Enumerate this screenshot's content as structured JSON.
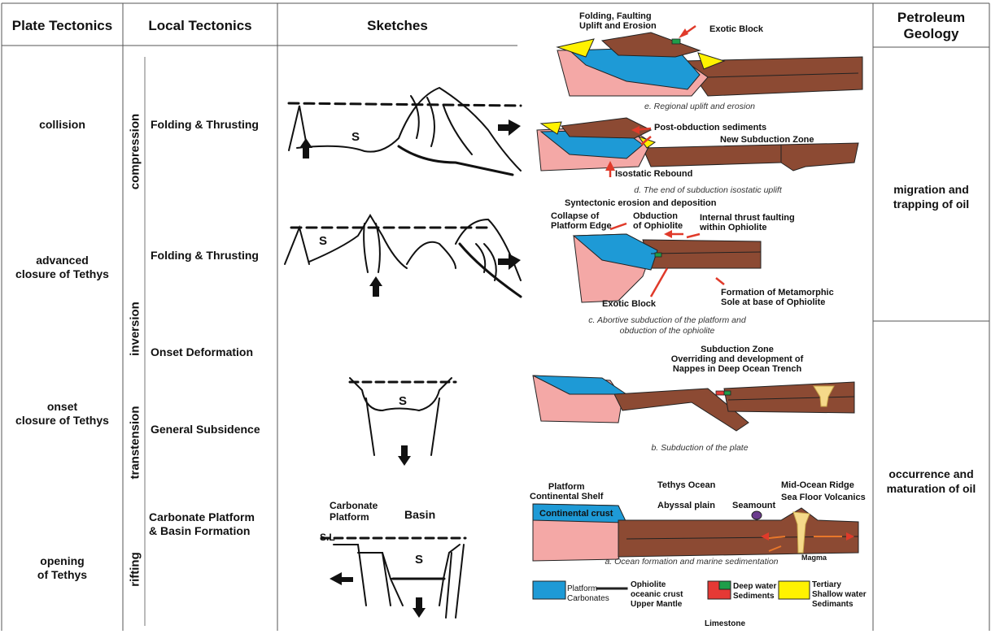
{
  "headers": {
    "plate": "Plate Tectonics",
    "local": "Local Tectonics",
    "sketches": "Sketches",
    "petroleum_line1": "Petroleum",
    "petroleum_line2": "Geology"
  },
  "plate_stages": [
    {
      "line1": "collision",
      "line2": ""
    },
    {
      "line1": "advanced",
      "line2": "closure of Tethys"
    },
    {
      "line1": "onset",
      "line2": "closure of Tethys"
    },
    {
      "line1": "opening",
      "line2": "of Tethys"
    }
  ],
  "regimes": [
    "compression",
    "inversion",
    "transtension",
    "rifting"
  ],
  "local_tectonics": [
    {
      "line1": "Folding & Thrusting",
      "line2": ""
    },
    {
      "line1": "Folding & Thrusting",
      "line2": ""
    },
    {
      "line1": "Onset Deformation",
      "line2": ""
    },
    {
      "line1": "General Subsidence",
      "line2": ""
    },
    {
      "line1": "Carbonate Platform",
      "line2": "& Basin Formation"
    }
  ],
  "sketch_labels": {
    "s": "S",
    "carbonate_platform_1": "Carbonate",
    "carbonate_platform_2": "Platform",
    "basin": "Basin",
    "sl": "S.L"
  },
  "panel_labels": {
    "e_fold1": "Folding, Faulting",
    "e_fold2": "Uplift and Erosion",
    "e_exotic": "Exotic Block",
    "e_caption": "e. Regional  uplift and erosion",
    "d_post": "Post-obduction sediments",
    "d_new": "New Subduction Zone",
    "d_iso": "Isostatic Rebound",
    "d_caption": "d. The end of subduction isostatic uplift",
    "c_syn": "Syntectonic erosion and deposition",
    "c_collapse1": "Collapse of",
    "c_collapse2": "Platform Edge",
    "c_obd1": "Obduction",
    "c_obd2": "of Ophiolite",
    "c_int1": "Internal thrust faulting",
    "c_int2": "within Ophiolite",
    "c_form1": "Formation of Metamorphic",
    "c_form2": "Sole at base of Ophiolite",
    "c_exotic": "Exotic Block",
    "c_caption1": "c. Abortive subduction of the platform and",
    "c_caption2": "obduction of the ophiolite",
    "b_sub": "Subduction Zone",
    "b_over1": "Overriding and development of",
    "b_over2": "Nappes in Deep Ocean Trench",
    "b_caption": "b. Subduction of the plate",
    "a_plat1": "Platform",
    "a_plat2": "Continental Shelf",
    "a_cont": "Continental crust",
    "a_tethys": "Tethys Ocean",
    "a_abyssal": "Abyssal plain",
    "a_seamount": "Seamount",
    "a_mor": "Mid-Ocean Ridge",
    "a_sfv": "Sea Floor Volcanics",
    "a_magma": "Magma",
    "a_caption": "a. Ocean formation and marine sedimentation"
  },
  "legend": {
    "platform1": "Platform",
    "platform2": "Carbonates",
    "oph1": "Ophiolite",
    "oph2": "oceanic crust",
    "oph3": "Upper Mantle",
    "deep1": "Deep water",
    "deep2": "Sediments",
    "limestone": "Limestone",
    "tert1": "Tertiary",
    "tert2": "Shallow water",
    "tert3": "Sedimants"
  },
  "petroleum": [
    {
      "line1": "migration and",
      "line2": "trapping of oil"
    },
    {
      "line1": "occurrence and",
      "line2": "maturation of oil"
    }
  ],
  "colors": {
    "platform": "#1e9ad6",
    "crust": "#f4a8a6",
    "ocean": "#8c4a33",
    "deep": "#e53935",
    "limestone": "#1f9e4a",
    "tertiary": "#fff200",
    "arrow": "#e03a2a",
    "magma": "#f5d98a"
  }
}
